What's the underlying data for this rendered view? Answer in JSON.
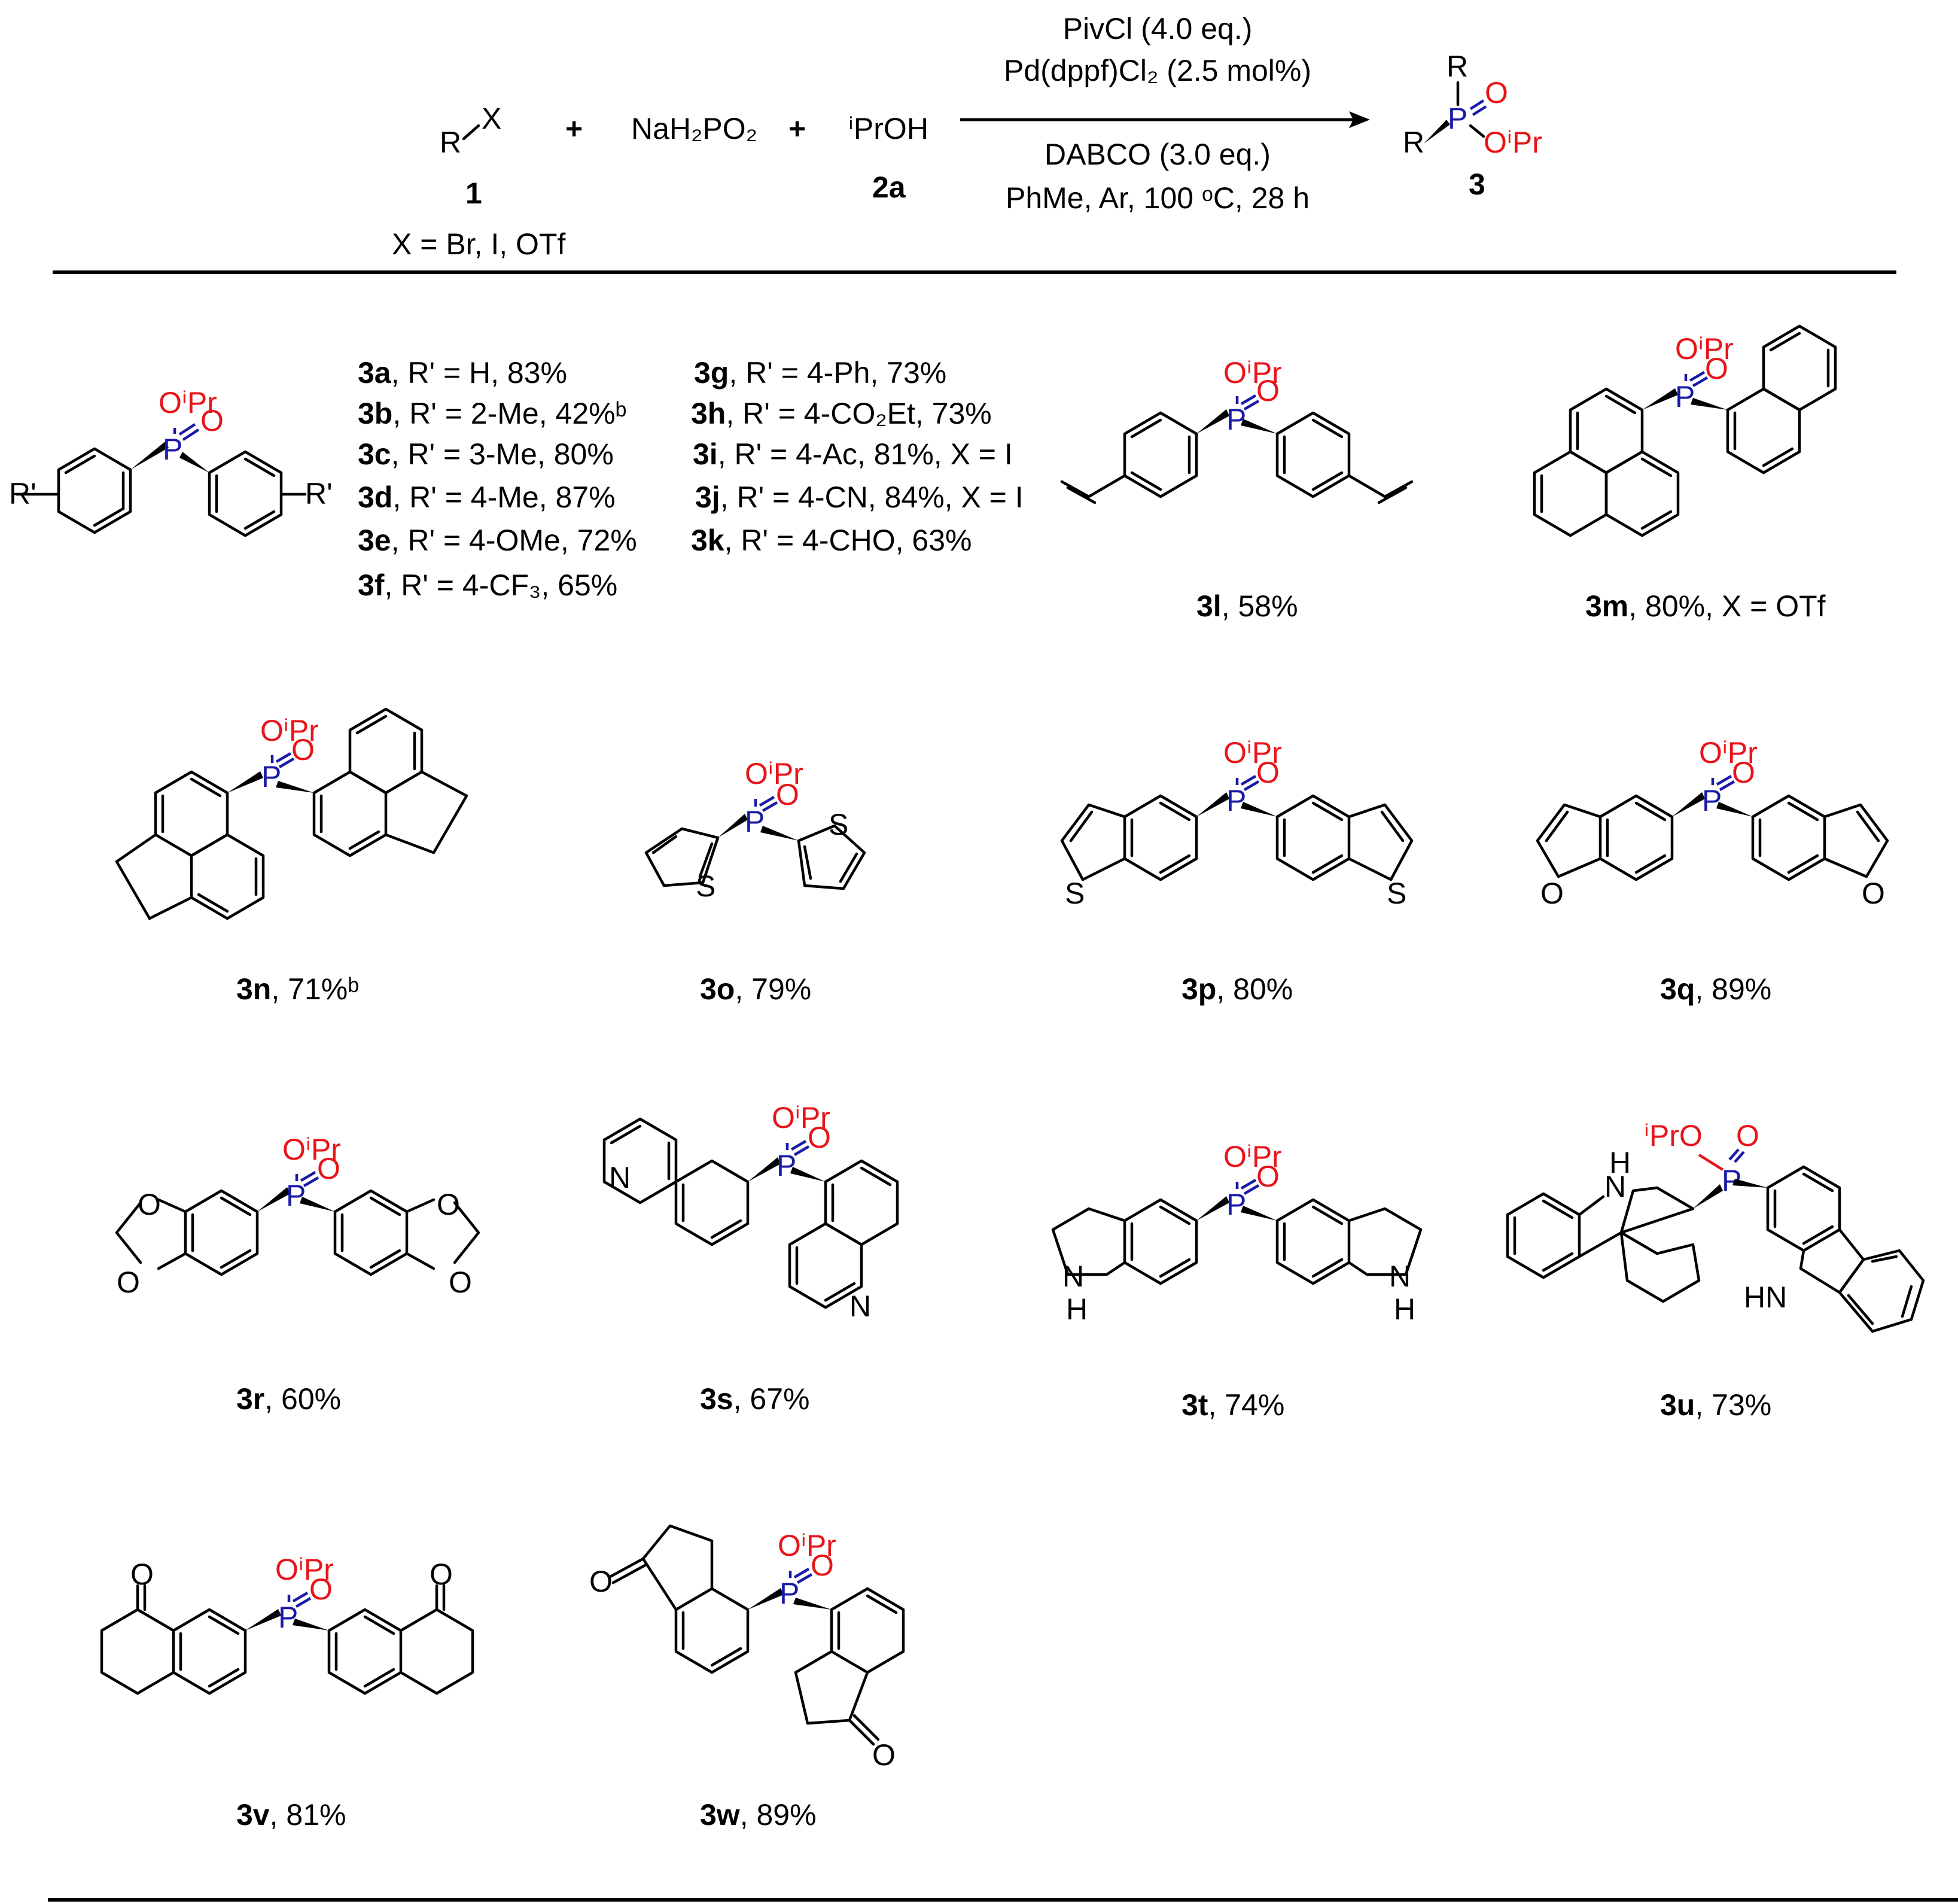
{
  "reaction": {
    "reactant1_symbol": "R",
    "reactant1_leaving": "X",
    "reactant1_number": "1",
    "x_definition": "X = Br, I, OTf",
    "plus": "+",
    "reagent_text": "NaH₂PO₂",
    "alcohol_text": "ⁱPrOH",
    "alcohol_number": "2a",
    "conditions_above_1": "PivCl (4.0 eq.)",
    "conditions_above_2": "Pd(dppf)Cl₂ (2.5 mol%)",
    "conditions_below_1": "DABCO (3.0 eq.)",
    "conditions_below_2": "PhMe, Ar, 100 ᵒC, 28 h",
    "product_number": "3",
    "product_R": "R",
    "product_P": "P",
    "product_O": "O",
    "product_OiPr": "OⁱPr",
    "colors": {
      "phosphorus": "#1a1aa8",
      "oxygen": "#e8141a",
      "text": "#000000"
    }
  },
  "generic_structure": {
    "substituent": "R'",
    "P": "P",
    "O": "O",
    "OiPr": "OⁱPr",
    "entries_left": [
      {
        "id": "3a",
        "text": ", R' = H, 83%"
      },
      {
        "id": "3b",
        "text": ", R' = 2-Me, 42%ᵇ"
      },
      {
        "id": "3c",
        "text": ", R' = 3-Me, 80%"
      },
      {
        "id": "3d",
        "text": ", R' = 4-Me, 87%"
      },
      {
        "id": "3e",
        "text": ", R' = 4-OMe, 72%"
      },
      {
        "id": "3f",
        "text": ", R' = 4-CF₃, 65%"
      }
    ],
    "entries_right": [
      {
        "id": "3g",
        "text": ", R' = 4-Ph, 73%"
      },
      {
        "id": "3h",
        "text": ", R' = 4-CO₂Et, 73%"
      },
      {
        "id": "3i",
        "text": ", R' = 4-Ac, 81%, X = I"
      },
      {
        "id": "3j",
        "text": ", R' = 4-CN, 84%, X = I"
      },
      {
        "id": "3k",
        "text": ", R' = 4-CHO, 63%"
      }
    ]
  },
  "products": [
    {
      "id": "3l",
      "text": ", 58%"
    },
    {
      "id": "3m",
      "text": ", 80%, X = OTf"
    },
    {
      "id": "3n",
      "text": ", 71%ᵇ"
    },
    {
      "id": "3o",
      "text": ", 79%"
    },
    {
      "id": "3p",
      "text": ", 80%"
    },
    {
      "id": "3q",
      "text": ", 89%"
    },
    {
      "id": "3r",
      "text": ", 60%"
    },
    {
      "id": "3s",
      "text": ", 67%"
    },
    {
      "id": "3t",
      "text": ", 74%"
    },
    {
      "id": "3u",
      "text": ", 73%"
    },
    {
      "id": "3v",
      "text": ", 81%"
    },
    {
      "id": "3w",
      "text": ", 89%"
    }
  ],
  "heteroatoms": {
    "S": "S",
    "N": "N",
    "H": "H",
    "NH_left": "HN",
    "O": "O",
    "iPrO": "ⁱPrO"
  }
}
